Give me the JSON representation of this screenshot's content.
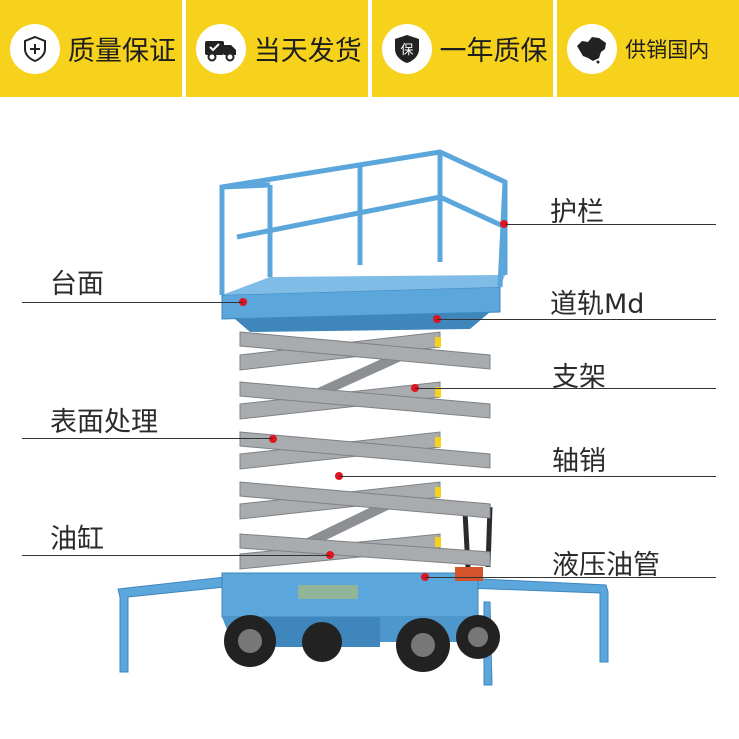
{
  "badges": [
    {
      "icon": "shield-plus-icon",
      "text": "质量保证"
    },
    {
      "icon": "delivery-truck-icon",
      "text": "当天发货"
    },
    {
      "icon": "warranty-shield-icon",
      "text": "一年质保",
      "icon_text": "保"
    },
    {
      "icon": "china-map-icon",
      "text": "供销国内"
    }
  ],
  "parts": {
    "railing": "护栏",
    "platform": "台面",
    "guide_rail": "道轨Md",
    "frame": "支架",
    "surface": "表面处理",
    "pin": "轴销",
    "cylinder": "油缸",
    "hose": "液压油管"
  },
  "colors": {
    "badge_bg": "#f6d21c",
    "machine_blue": "#5ba7dc",
    "arm_gray": "#a9acaf",
    "marker_red": "#e0141e"
  }
}
